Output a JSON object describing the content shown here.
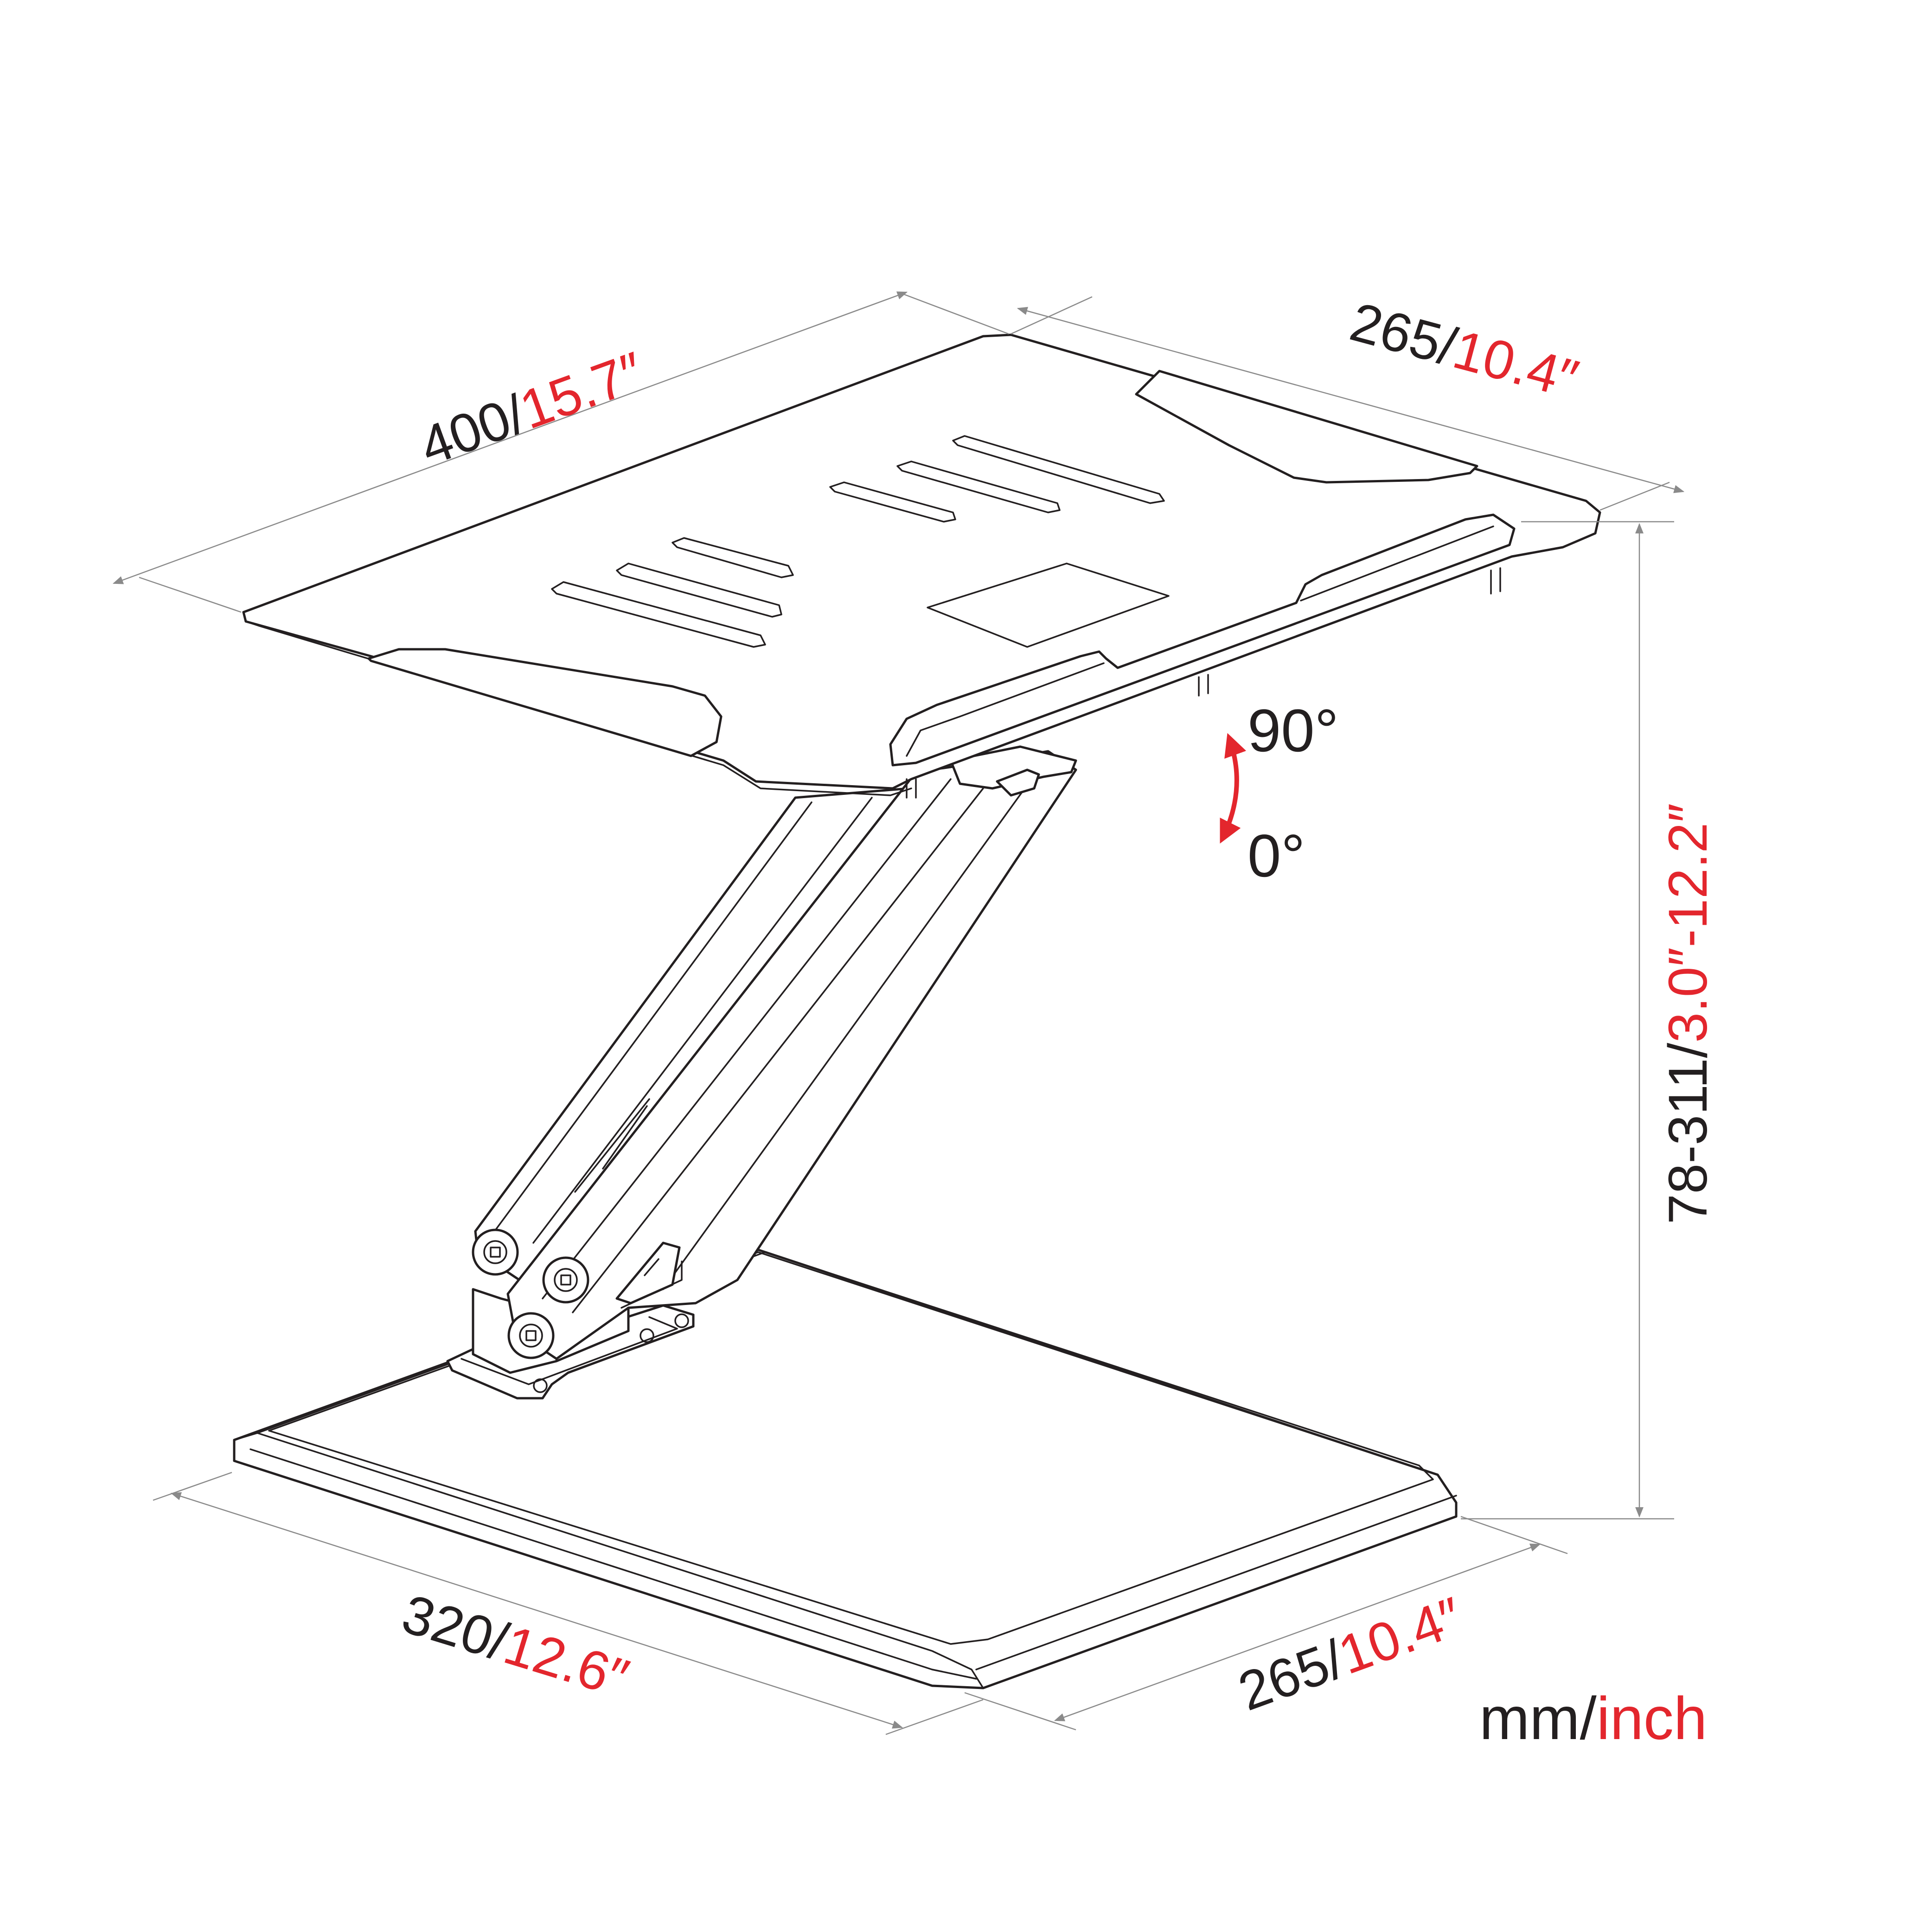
{
  "dimensions": {
    "platform_length": {
      "mm": "400/",
      "inch": "15.7″"
    },
    "platform_depth": {
      "mm": "265/",
      "inch": "10.4″"
    },
    "height_range": {
      "mm": "78-311/",
      "inch": "3.0″-12.2″"
    },
    "base_length": {
      "mm": "320/",
      "inch": "12.6″"
    },
    "base_depth": {
      "mm": "265/",
      "inch": "10.4″"
    }
  },
  "tilt": {
    "max": "90°",
    "min": "0°"
  },
  "units": {
    "mm": "mm/",
    "inch": "inch"
  },
  "colors": {
    "metric": "#231f20",
    "imperial": "#e3262d",
    "dimension_line": "#8a8a8a",
    "tilt_arrow": "#e3262d"
  }
}
